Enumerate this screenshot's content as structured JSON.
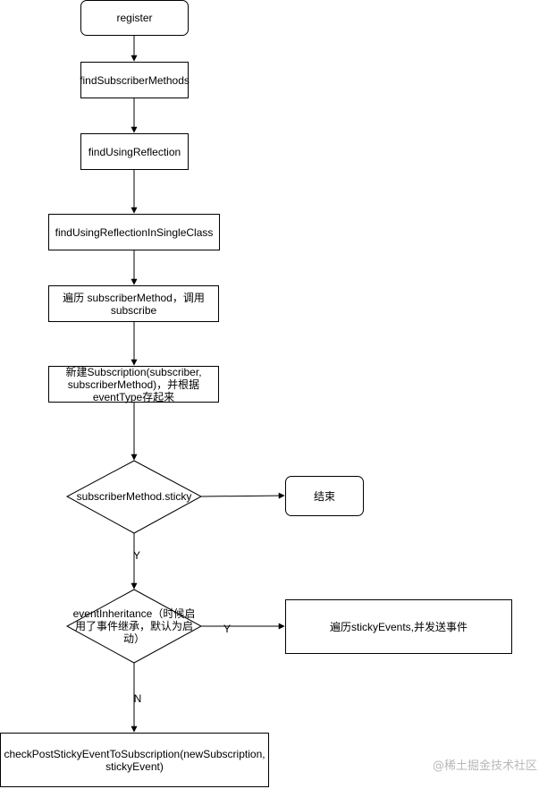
{
  "nodes": {
    "register": "register",
    "find_subscriber_methods": "findSubscriberMethods",
    "find_using_reflection": "findUsingReflection",
    "find_using_reflection_single": "findUsingReflectionInSingleClass",
    "iterate_subscribe": "遍历 subscriberMethod，调用 subscribe",
    "new_subscription": "新建Subscription(subscriber, subscriberMethod)，并根据eventType存起来",
    "decision_sticky": "subscriberMethod.sticky",
    "end": "结束",
    "decision_inheritance": "eventInheritance（时候启用了事件继承，默认为启动）",
    "iterate_sticky_events": "遍历stickyEvents,并发送事件",
    "check_post_sticky": "checkPostStickyEventToSubscription(newSubscription, stickyEvent)"
  },
  "edge_labels": {
    "sticky_yes": "Y",
    "inheritance_yes": "Y",
    "inheritance_no": "N"
  },
  "watermark": "@稀土掘金技术社区"
}
